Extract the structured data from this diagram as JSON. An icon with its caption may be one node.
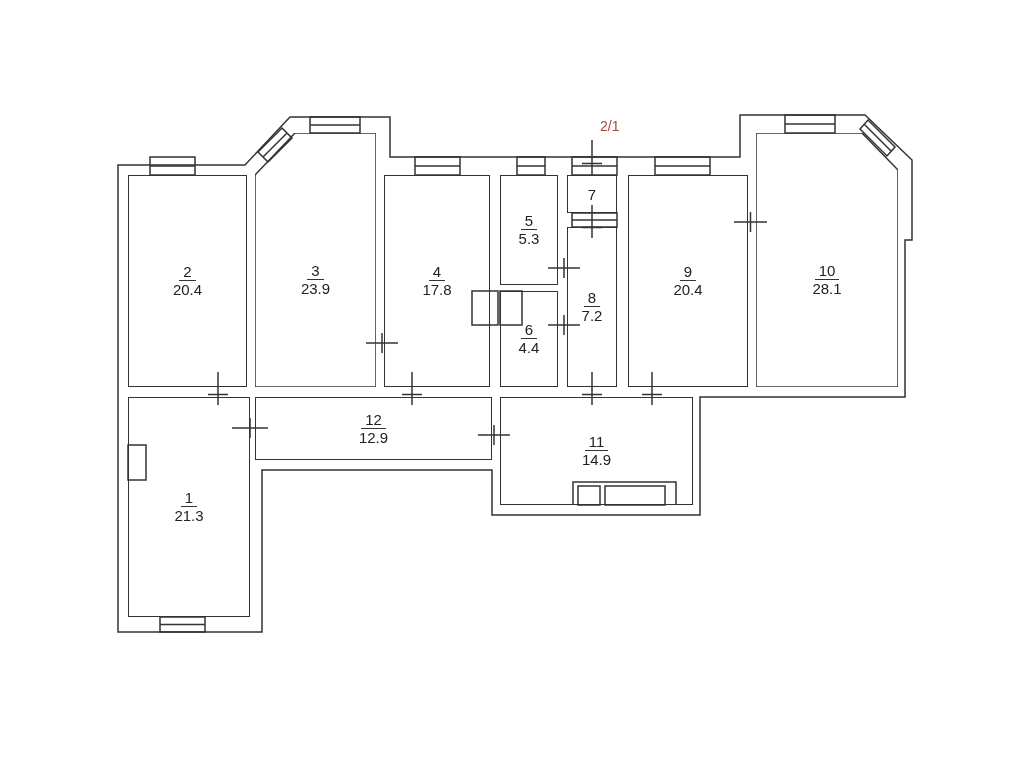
{
  "diagram": {
    "nodes": [
      {
        "text": [
          "1",
          "21.3"
        ]
      },
      {
        "text": [
          "2",
          "20.4"
        ]
      },
      {
        "text": [
          "3",
          "23.9"
        ]
      },
      {
        "text": [
          "4",
          "17.8"
        ]
      },
      {
        "text": [
          "5",
          "5.3"
        ]
      },
      {
        "text": [
          "6",
          "4.4"
        ]
      },
      {
        "text": [
          "7"
        ]
      },
      {
        "text": [
          "8",
          "7.2"
        ]
      },
      {
        "text": [
          "9",
          "20.4"
        ]
      },
      {
        "text": [
          "10",
          "28.1"
        ]
      },
      {
        "text": [
          "11",
          "14.9"
        ]
      },
      {
        "text": [
          "12",
          "12.9"
        ]
      }
    ],
    "labels": [
      "2/1"
    ]
  }
}
